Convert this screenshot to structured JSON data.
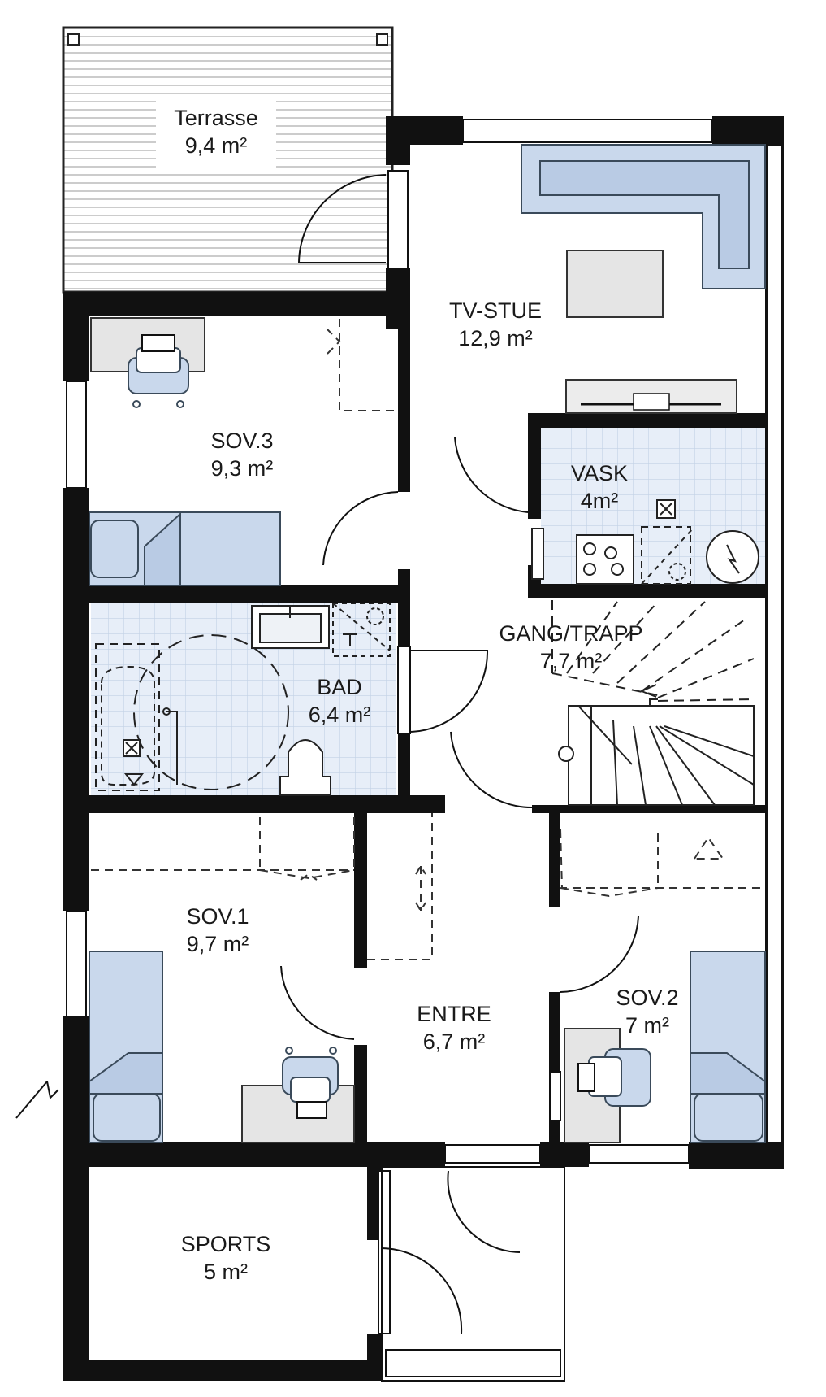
{
  "rooms": {
    "terrasse": {
      "name": "Terrasse",
      "area": "9,4 m²"
    },
    "tv_stue": {
      "name": "TV-STUE",
      "area": "12,9 m²"
    },
    "sov3": {
      "name": "SOV.3",
      "area": "9,3 m²"
    },
    "vask": {
      "name": "VASK",
      "area": "4m²"
    },
    "bad": {
      "name": "BAD",
      "area": "6,4 m²"
    },
    "gang_trapp": {
      "name": "GANG/TRAPP",
      "area": "7,7 m²"
    },
    "sov1": {
      "name": "SOV.1",
      "area": "9,7 m²"
    },
    "entre": {
      "name": "ENTRE",
      "area": "6,7 m²"
    },
    "sov2": {
      "name": "SOV.2",
      "area": "7 m²"
    },
    "sports": {
      "name": "SPORTS",
      "area": "5 m²"
    }
  },
  "colors": {
    "wall": "#111111",
    "furniture_fill": "#c9d8ec",
    "furniture_stroke": "#3a4a5a",
    "tile_fill": "#e7eef8",
    "tile_grid": "#c3d2e6",
    "gray_fill": "#e5e5e5"
  }
}
